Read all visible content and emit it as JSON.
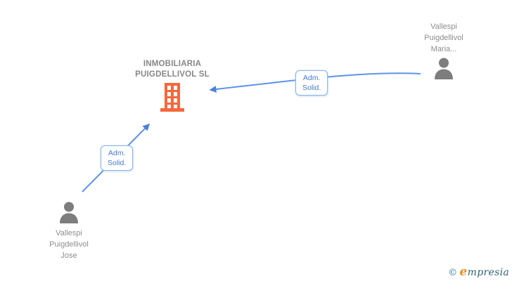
{
  "company": {
    "name_line1": "INMOBILIARIA",
    "name_line2": "PUIGDELLIVOL SL"
  },
  "persons": {
    "maria": {
      "line1": "Vallespi",
      "line2": "Puigdellivol",
      "line3": "Maria..."
    },
    "jose": {
      "line1": "Vallespi",
      "line2": "Puigdellivol",
      "line3": "Jose"
    }
  },
  "relations": {
    "maria_to_company": {
      "line1": "Adm.",
      "line2": "Solid."
    },
    "jose_to_company": {
      "line1": "Adm.",
      "line2": "Solid."
    }
  },
  "branding": {
    "copyright_symbol": "©",
    "logo_initial": "e",
    "logo_rest": "mpresia"
  },
  "colors": {
    "building": "#f4683e",
    "person": "#7d7d7d",
    "connector_line": "#5b94e8",
    "arrowhead": "#4a81db",
    "relation_text": "#4579cd",
    "relation_border": "#8fb8ea",
    "name_text": "#8e8e8e",
    "company_text": "#878787",
    "logo_teal": "#2b7e93",
    "logo_orange": "#ef8a1f",
    "logo_dark": "#2f6077"
  }
}
